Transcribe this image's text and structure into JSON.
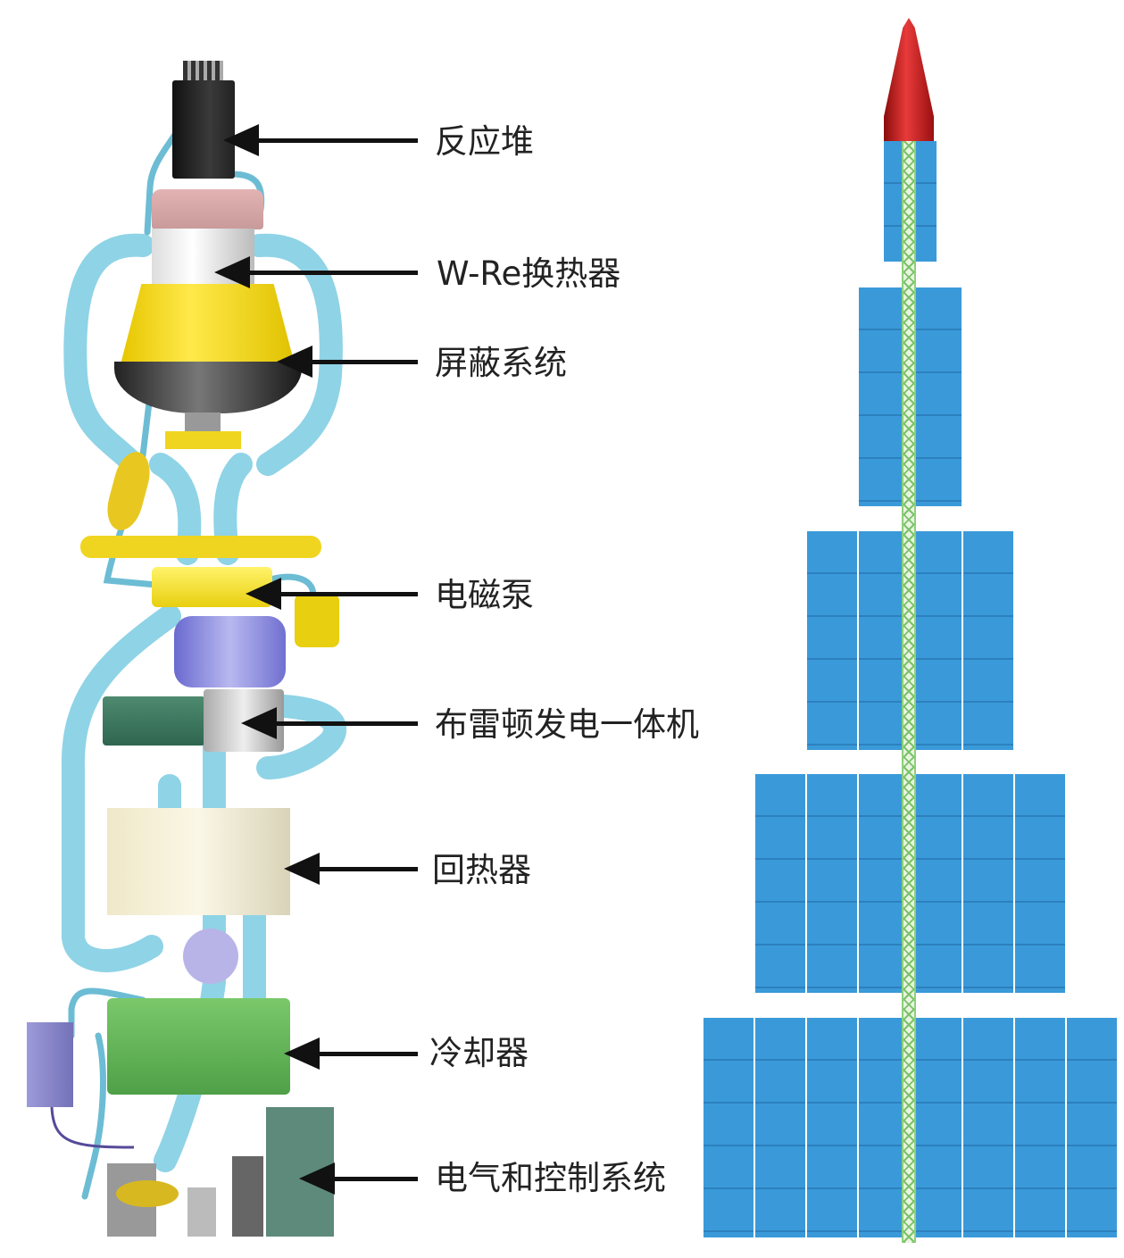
{
  "labels": {
    "reactor": "反应堆",
    "heat_exchanger": "W-Re换热器",
    "shield": "屏蔽系统",
    "em_pump": "电磁泵",
    "brayton": "布雷顿发电一体机",
    "recuperator": "回热器",
    "cooler": "冷却器",
    "electrical": "电气和控制系统"
  },
  "colors": {
    "pipe": "#8fd3e6",
    "shield_yellow": "#f2d92a",
    "radiator_blue": "#3a9ad9",
    "truss_green": "#7cc26a",
    "nose_red": "#c81e1e"
  }
}
